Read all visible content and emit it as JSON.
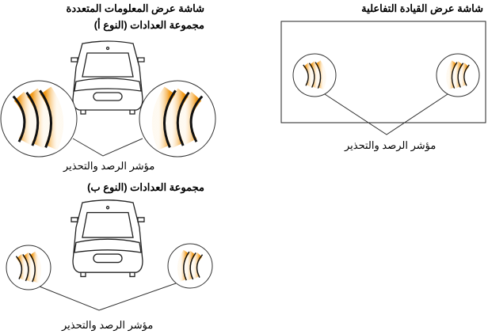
{
  "multi_info_display": {
    "title": "شاشة عرض المعلومات المتعددة",
    "cluster_a_title": "مجموعة العدادات (النوع أ)",
    "cluster_a_label": "مؤشر الرصد والتحذير",
    "cluster_b_title": "مجموعة العدادات (النوع ب)",
    "cluster_b_label": "مؤشر الرصد والتحذير"
  },
  "active_driving_display": {
    "title": "شاشة عرض القيادة التفاعلية",
    "label": "مؤشر الرصد والتحذير"
  },
  "colors": {
    "indicator": "#f5a623",
    "line": "#333333"
  }
}
